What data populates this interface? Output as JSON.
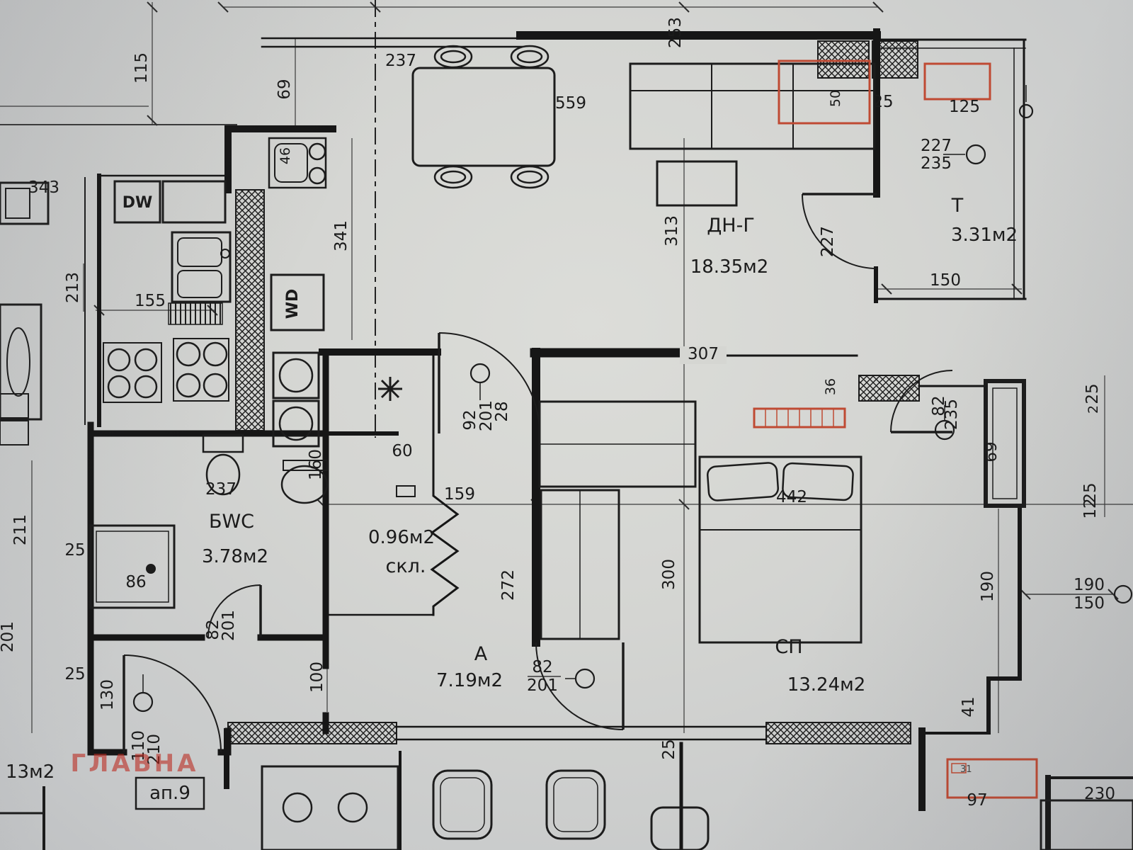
{
  "colors": {
    "paper": "#d5d6d2",
    "line": "#1c1c1c",
    "accent_red": "#bf4a33",
    "watermark_red": "#ba2c22"
  },
  "watermark": "ГЛАВНА",
  "apartment_label": "ап.9",
  "rooms": {
    "living_dining": {
      "label": "ДН-Г",
      "area": "18.35м2"
    },
    "terrace": {
      "label": "Т",
      "area": "3.31м2"
    },
    "bathroom": {
      "label": "БWC",
      "area": "3.78м2"
    },
    "storage": {
      "label": "скл.",
      "area": "0.96м2"
    },
    "hallway": {
      "label": "А",
      "area": "7.19м2"
    },
    "bedroom": {
      "label": "СП",
      "area": "13.24м2"
    },
    "neighbor": {
      "area": "13м2"
    }
  },
  "appliances": {
    "dishwasher": "DW",
    "washer": "WD"
  },
  "dims": {
    "t115": "115",
    "t69": "69",
    "t46": "46",
    "t237": "237",
    "t343": "343",
    "t213": "213",
    "t155": "155",
    "t341": "341",
    "t559": "559",
    "t253": "253",
    "t313": "313",
    "t227_door": "227",
    "t50": "50",
    "t25_tr": "25",
    "t125": "125",
    "t227_r": "227",
    "t235_r": "235",
    "t150_t": "150",
    "t307": "307",
    "t92": "92",
    "t201_hall": "201",
    "t28": "28",
    "t60": "60",
    "t159": "159",
    "t160": "160",
    "t36": "36",
    "t82_br": "82",
    "t235_br": "235",
    "t69_r": "69",
    "t25_re1": "25",
    "t2_re1": "2",
    "t25_re2": "25",
    "t12_re2": "12",
    "t442": "442",
    "t272": "272",
    "t300": "300",
    "t237_bath": "237",
    "t86": "86",
    "t82_bath": "82",
    "t201_bath": "201",
    "t211": "211",
    "t25_l1": "25",
    "t201_l": "201",
    "t25_l2": "25",
    "t130": "130",
    "t110": "110",
    "t210": "210",
    "t100": "100",
    "t82_bed": "82",
    "t201_bed": "201",
    "t190_r": "190",
    "t190_c": "190",
    "t150_c": "150",
    "t41": "41",
    "t25_b": "25",
    "t97": "97",
    "t230": "230",
    "t31": "31"
  }
}
